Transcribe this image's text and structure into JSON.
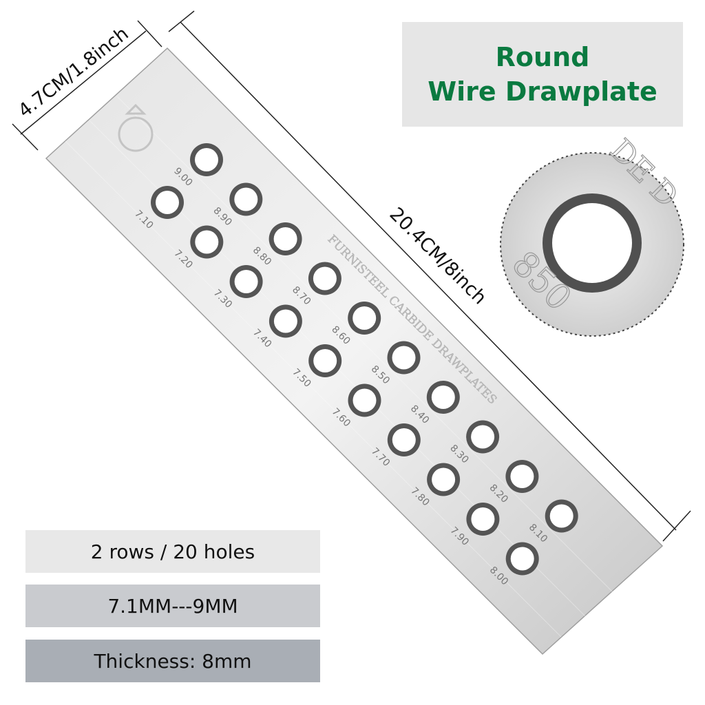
{
  "title": {
    "line1": "Round",
    "line2": "Wire Drawplate"
  },
  "dimensions": {
    "width": "4.7CM/1.8inch",
    "length": "20.4CM/8inch"
  },
  "plate": {
    "engraving": "FURNISTEEL CARBIDE DRAWPLATES",
    "row1_sizes": [
      "9.00",
      "8.90",
      "8.80",
      "8.70",
      "8.60",
      "8.50",
      "8.40",
      "8.30",
      "8.20",
      "8.10"
    ],
    "row2_sizes": [
      "7.10",
      "7.20",
      "7.30",
      "7.40",
      "7.50",
      "7.60",
      "7.70",
      "7.80",
      "7.90",
      "8.00"
    ]
  },
  "zoom": {
    "text_top": "DE D",
    "text_label": "850"
  },
  "specs": {
    "rows": "2 rows / 20 holes",
    "range": "7.1MM---9MM",
    "thickness": "Thickness: 8mm"
  },
  "colors": {
    "title_green": "#0a7a40",
    "plate_light": "#eeeeee",
    "plate_dark": "#b9b9b9",
    "hole_ring": "#555555"
  }
}
